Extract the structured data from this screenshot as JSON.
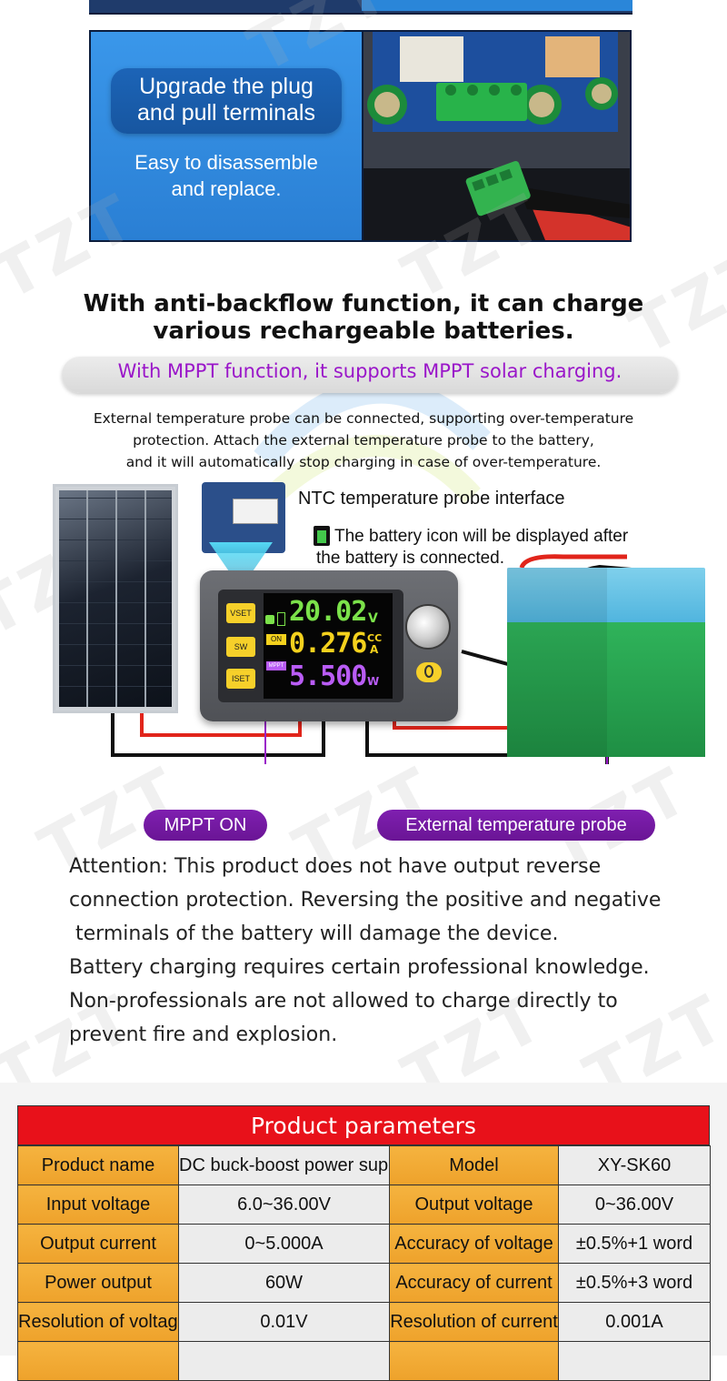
{
  "plug_banner": {
    "title_line1": "Upgrade the plug",
    "title_line2": "and pull terminals",
    "sub_line1": "Easy to disassemble",
    "sub_line2": "and replace."
  },
  "watermark": "TZT",
  "headline": {
    "line1": "With anti-backflow function, it can charge",
    "line2": "various rechargeable batteries.",
    "mppt": "With MPPT function, it supports MPPT solar charging."
  },
  "probe_description": {
    "line1": "External temperature probe can be connected, supporting over-temperature",
    "line2": "protection. Attach the external temperature probe to the battery,",
    "line3": "and it will automatically stop charging in case of over-temperature."
  },
  "diagram": {
    "ntc_label": "NTC temperature probe interface",
    "battery_note_line1": "The battery icon will be displayed after",
    "battery_note_line2": "the battery is connected.",
    "callout_mppt": "MPPT ON",
    "callout_probe": "External temperature probe",
    "meter": {
      "btn_vset": "VSET",
      "btn_sw": "SW",
      "btn_iset": "ISET",
      "voltage": "20.02",
      "voltage_unit": "V",
      "on_badge": "ON",
      "current": "0.276",
      "cc_badge": "CC",
      "current_unit": "A",
      "mppt_badge": "MPPT",
      "power": "5.500",
      "power_unit": "W"
    },
    "colors": {
      "voltage": "#7be24a",
      "current": "#f4d11d",
      "power": "#b95cf5",
      "callout": "#6a1595"
    }
  },
  "attention": {
    "line1": "Attention: This product does not have output reverse",
    "line2": "connection protection. Reversing the positive and negative",
    "line3": " terminals of the battery will damage the device.",
    "line4": "Battery charging requires certain professional knowledge.",
    "line5": "Non-professionals are not allowed to charge directly to",
    "line6": "prevent fire and explosion."
  },
  "params": {
    "title": "Product parameters",
    "rows": [
      [
        "Product name",
        "DC buck-boost power supply",
        "Model",
        "XY-SK60"
      ],
      [
        "Input voltage",
        "6.0~36.00V",
        "Output voltage",
        "0~36.00V"
      ],
      [
        "Output current",
        "0~5.000A",
        "Accuracy of voltage",
        "±0.5%+1 word"
      ],
      [
        "Power output",
        "60W",
        "Accuracy of current",
        "±0.5%+3 word"
      ],
      [
        "Resolution of voltage",
        "0.01V",
        "Resolution of current",
        "0.001A"
      ]
    ]
  }
}
